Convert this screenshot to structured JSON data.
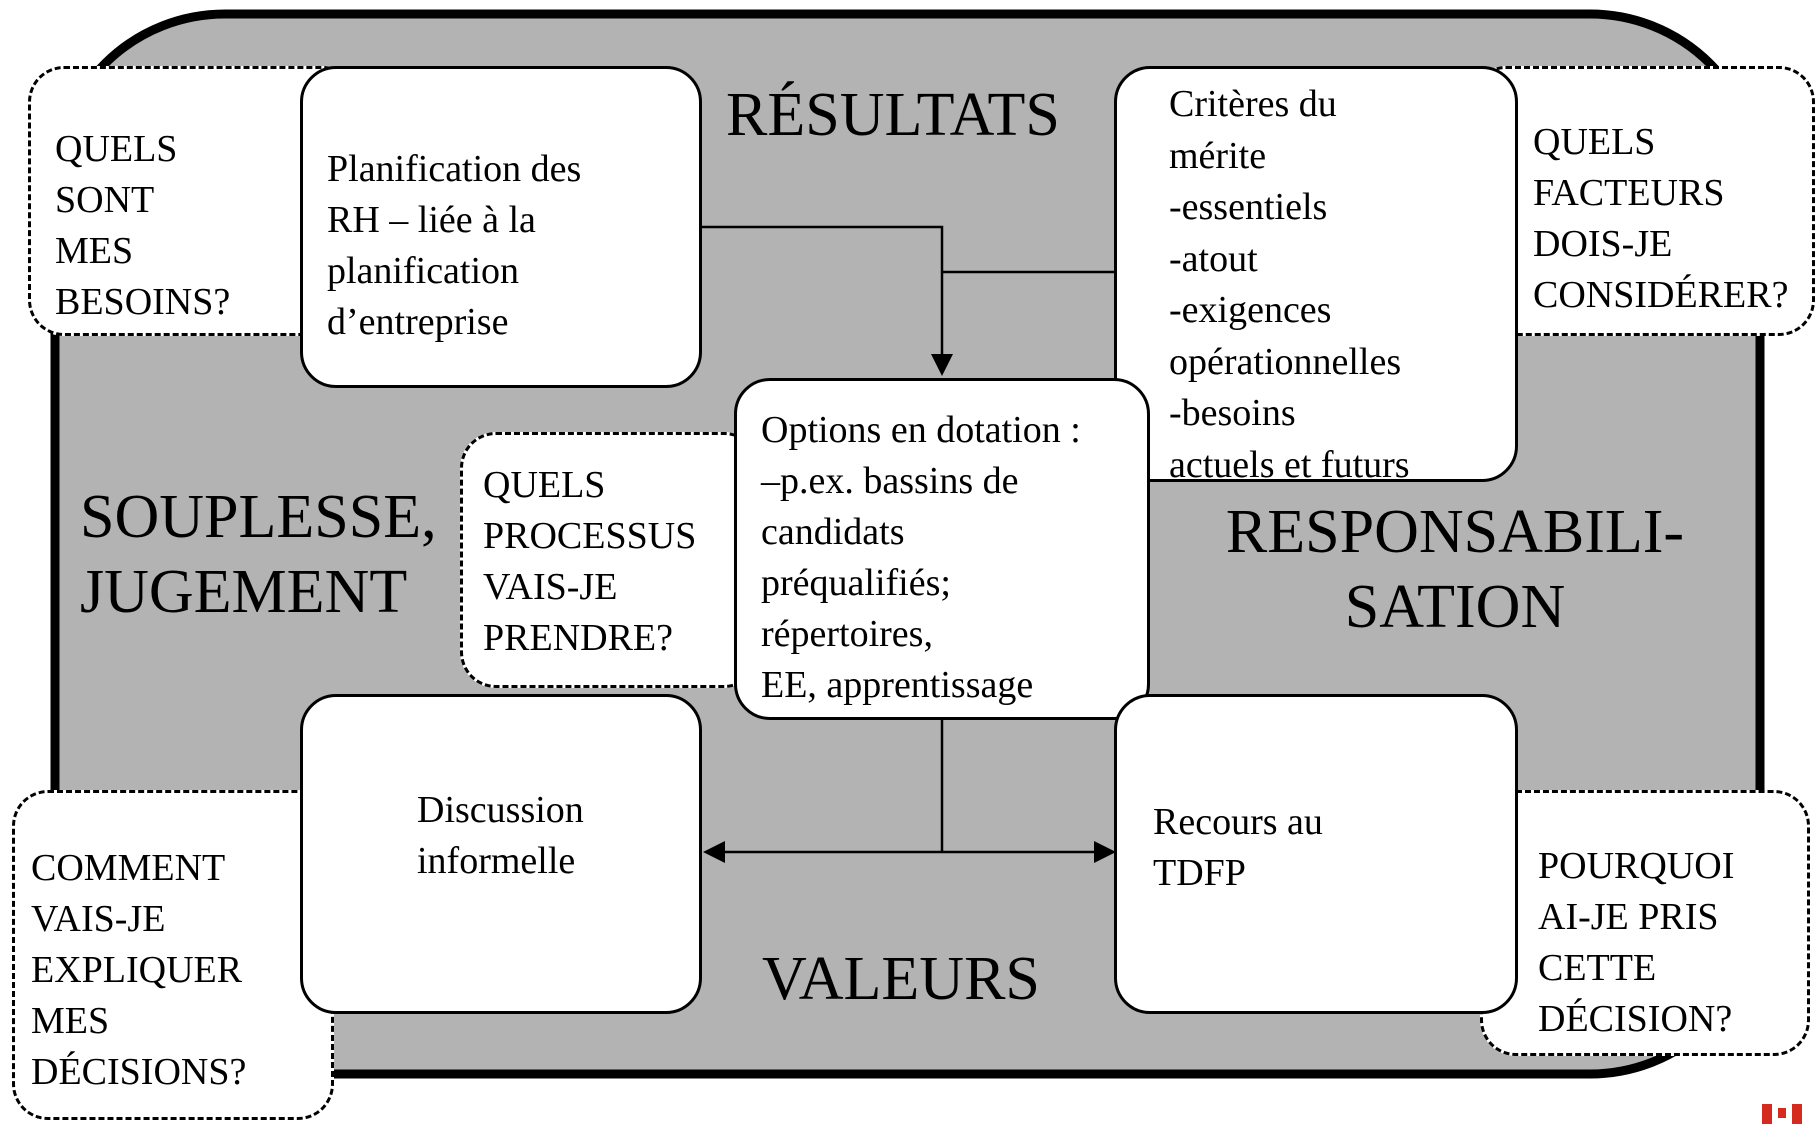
{
  "quadrant_titles": {
    "top": "RÉSULTATS",
    "left_line1": "SOUPLESSE,",
    "left_line2": "JUGEMENT",
    "right_line1": "RESPONSABILI-",
    "right_line2": "SATION",
    "bottom": "VALEURS"
  },
  "questions": {
    "top_left": [
      "QUELS",
      "SONT",
      "MES",
      "BESOINS?"
    ],
    "top_right": [
      "QUELS",
      "FACTEURS",
      "DOIS-JE",
      "CONSIDÉRER?"
    ],
    "middle_left": [
      "QUELS",
      "PROCESSUS",
      "VAIS-JE",
      "PRENDRE?"
    ],
    "bottom_left": [
      "COMMENT",
      "VAIS-JE",
      "EXPLIQUER",
      "MES",
      "DÉCISIONS?"
    ],
    "bottom_right": [
      "POURQUOI",
      "AI-JE PRIS",
      "CETTE",
      "DÉCISION?"
    ]
  },
  "boxes": {
    "planning": [
      "Planification des",
      "RH – liée à la",
      "planification",
      "d’entreprise"
    ],
    "merit": [
      "Critères du",
      "mérite",
      "-essentiels",
      "-atout",
      "-exigences",
      "opérationnelles",
      "-besoins",
      "actuels et futurs"
    ],
    "options": [
      "Options en dotation :",
      "–p.ex. bassins de",
      "candidats",
      "préqualifiés;",
      "répertoires,",
      "EE, apprentissage"
    ],
    "discussion": [
      "Discussion",
      "informelle"
    ],
    "recourse": [
      "Recours au",
      "TDFP"
    ]
  },
  "colors": {
    "panel_gray": "#b3b3b3",
    "outline": "#000000",
    "box_fill": "#ffffff",
    "flag_red": "#d52b1e"
  }
}
